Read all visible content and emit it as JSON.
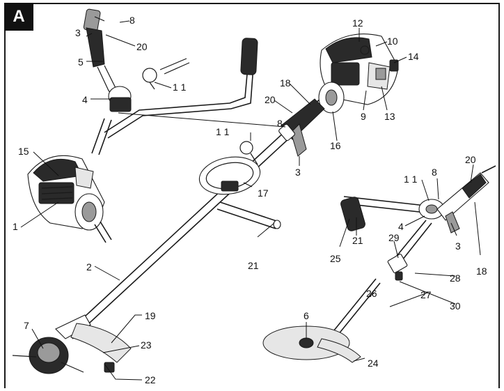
{
  "panel": {
    "letter": "A"
  },
  "callouts": {
    "c1": "1",
    "c2": "2",
    "c3a": "3",
    "c3b": "3",
    "c3c": "3",
    "c4a": "4",
    "c4b": "4",
    "c5": "5",
    "c6": "6",
    "c7": "7",
    "c8a": "8",
    "c8b": "8",
    "c8c": "8",
    "c9": "9",
    "c10": "10",
    "c11a": "1 1",
    "c11b": "1 1",
    "c11c": "1 1",
    "c12": "12",
    "c13": "13",
    "c14": "14",
    "c15": "15",
    "c16": "16",
    "c17": "17",
    "c18a": "18",
    "c18b": "18",
    "c19": "19",
    "c20a": "20",
    "c20b": "20",
    "c20c": "20",
    "c21a": "21",
    "c21b": "21",
    "c22": "22",
    "c23": "23",
    "c24": "24",
    "c25": "25",
    "c26": "26",
    "c27": "27",
    "c28": "28",
    "c29": "29",
    "c30": "30"
  }
}
